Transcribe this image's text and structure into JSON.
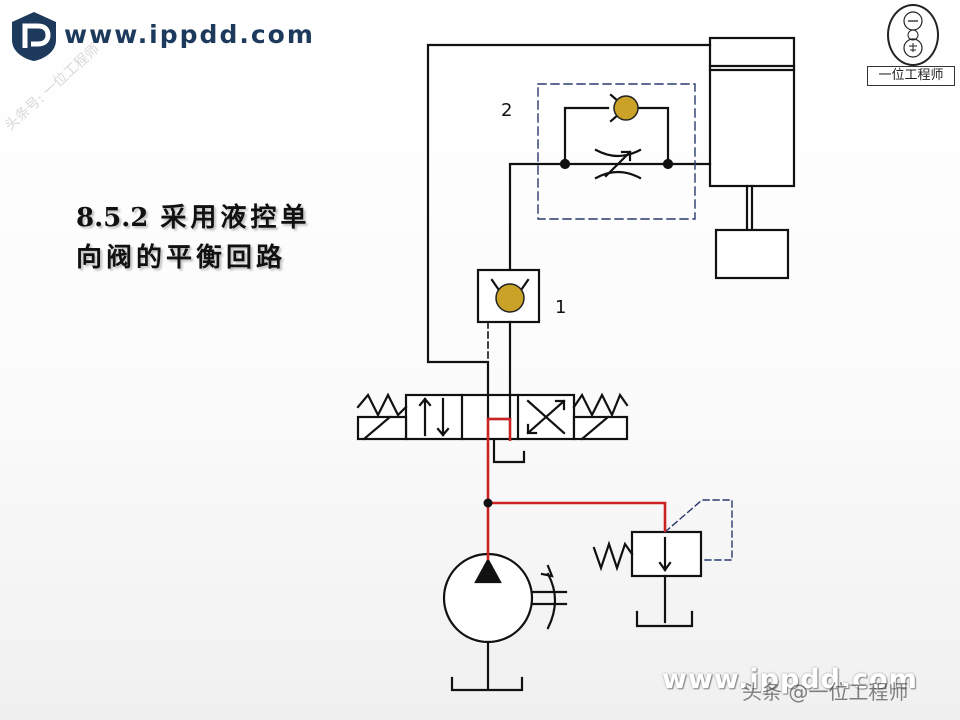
{
  "header": {
    "site_url": "www.ippdd.com",
    "watermark_diag": "头条号: 一位工程师"
  },
  "seal": {
    "label": "一位工程师"
  },
  "title": {
    "number": "8.5.2",
    "line1": "采用液控单",
    "line2": "向阀的平衡回路"
  },
  "diagram": {
    "label_1": "1",
    "label_2": "2",
    "colors": {
      "pressure_line": "#cc2222",
      "line": "#111111",
      "ball": "#c9a227",
      "dashed": "#2a3a6e"
    }
  },
  "footer": {
    "watermark": "www.ippdd.com",
    "overlay": "头条 @一位工程师"
  }
}
